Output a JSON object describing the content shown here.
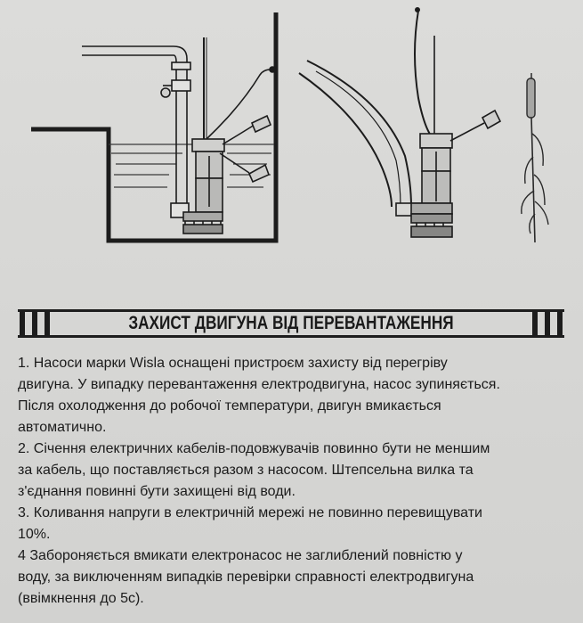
{
  "section": {
    "title": "ЗАХИСТ ДВИГУНА ВІД ПЕРЕВАНТАЖЕННЯ"
  },
  "lines": [
    "1. Насоси марки Wisla оснащені пристроєм захисту від перегріву",
    "двигуна. У випадку перевантаження електродвигуна, насос зупиняється.",
    "Після охолодження до робочої температури, двигун вмикається",
    "автоматично.",
    "2. Січення електричних кабелів-подовжувачів повинно бути не меншим",
    "за кабель, що поставляється разом з насосом. Штепсельна вилка та",
    "з'єднання повинні бути захищені від води.",
    "3. Коливання напруги в електричній мережі не повинно перевищувати",
    "10%.",
    "4 Забороняється вмикати електронасос не заглиблений повністю у",
    "воду, за виключенням випадків перевірки справності електродвигуна",
    "(ввімкнення до 5с)."
  ],
  "colors": {
    "paper": "#d9d9d7",
    "ink": "#1a1a1a"
  }
}
